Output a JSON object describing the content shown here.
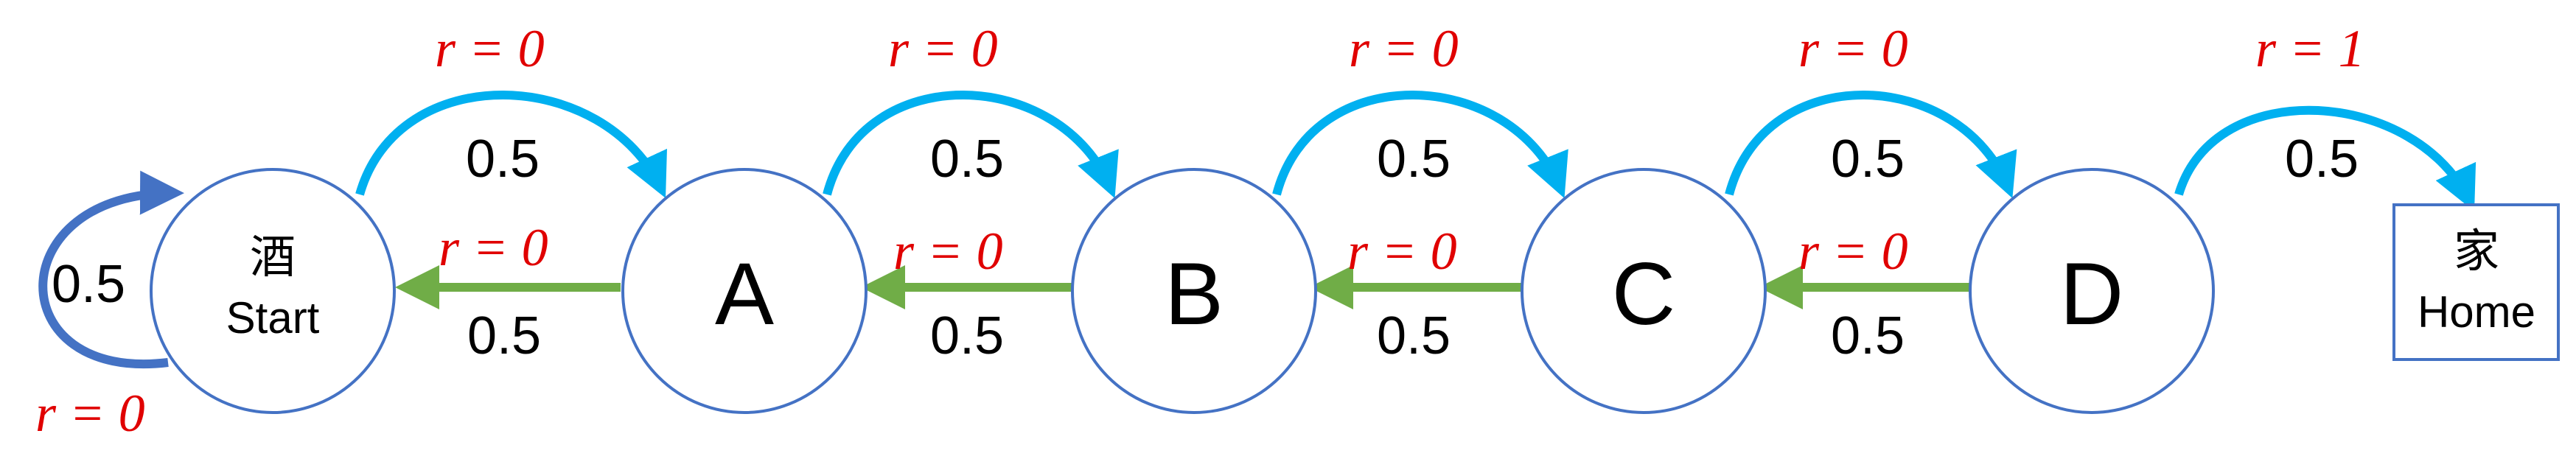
{
  "diagram": {
    "nodes": {
      "start": {
        "glyph": "酒",
        "label": "Start"
      },
      "a": {
        "label": "A"
      },
      "b": {
        "label": "B"
      },
      "c": {
        "label": "C"
      },
      "d": {
        "label": "D"
      },
      "home": {
        "glyph": "家",
        "label": "Home"
      }
    },
    "forward_edges": [
      {
        "prob": "0.5",
        "reward": "r = 0"
      },
      {
        "prob": "0.5",
        "reward": "r = 0"
      },
      {
        "prob": "0.5",
        "reward": "r = 0"
      },
      {
        "prob": "0.5",
        "reward": "r = 0"
      },
      {
        "prob": "0.5",
        "reward": "r = 1"
      }
    ],
    "backward_edges": [
      {
        "prob": "0.5",
        "reward": "r = 0"
      },
      {
        "prob": "0.5",
        "reward": "r = 0"
      },
      {
        "prob": "0.5",
        "reward": "r = 0"
      },
      {
        "prob": "0.5",
        "reward": "r = 0"
      }
    ],
    "self_loop": {
      "prob": "0.5",
      "reward": "r = 0"
    },
    "colors": {
      "node_border": "#4472c4",
      "forward_arrow": "#00b0f0",
      "backward_arrow": "#70ad47",
      "self_loop_arrow": "#4472c4",
      "reward_text": "#e00000"
    }
  }
}
